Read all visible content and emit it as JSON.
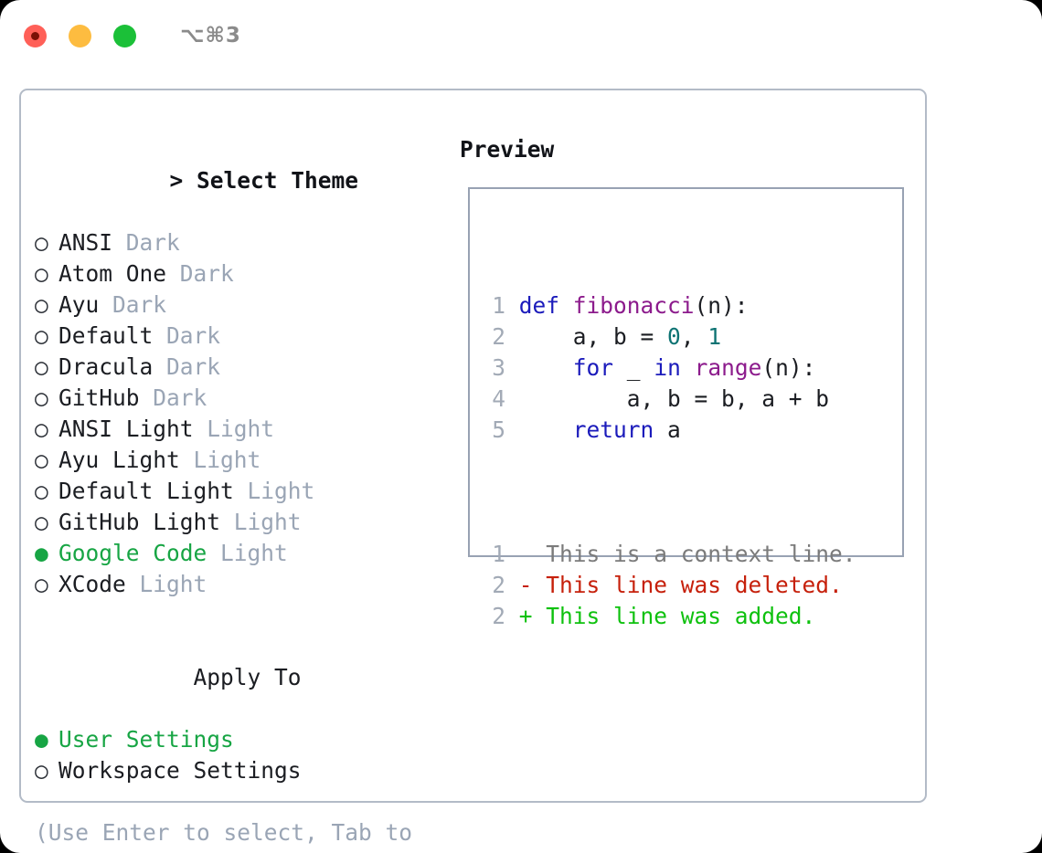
{
  "window": {
    "traffic_lights": [
      "close-red",
      "minimize-yellow",
      "zoom-green"
    ],
    "shortcut_label": "⌥⌘3"
  },
  "theme_list": {
    "header_caret": ">",
    "header_label": "Select Theme",
    "items": [
      {
        "bullet": "○",
        "name": "ANSI",
        "kind": "Dark",
        "selected": false
      },
      {
        "bullet": "○",
        "name": "Atom One",
        "kind": "Dark",
        "selected": false
      },
      {
        "bullet": "○",
        "name": "Ayu",
        "kind": "Dark",
        "selected": false
      },
      {
        "bullet": "○",
        "name": "Default",
        "kind": "Dark",
        "selected": false
      },
      {
        "bullet": "○",
        "name": "Dracula",
        "kind": "Dark",
        "selected": false
      },
      {
        "bullet": "○",
        "name": "GitHub",
        "kind": "Dark",
        "selected": false
      },
      {
        "bullet": "○",
        "name": "ANSI Light",
        "kind": "Light",
        "selected": false
      },
      {
        "bullet": "○",
        "name": "Ayu Light",
        "kind": "Light",
        "selected": false
      },
      {
        "bullet": "○",
        "name": "Default Light",
        "kind": "Light",
        "selected": false
      },
      {
        "bullet": "○",
        "name": "GitHub Light",
        "kind": "Light",
        "selected": false
      },
      {
        "bullet": "●",
        "name": "Google Code",
        "kind": "Light",
        "selected": true
      },
      {
        "bullet": "○",
        "name": "XCode",
        "kind": "Light",
        "selected": false
      }
    ]
  },
  "apply_to": {
    "header_label": "Apply To",
    "items": [
      {
        "bullet": "●",
        "name": "User Settings",
        "selected": true
      },
      {
        "bullet": "○",
        "name": "Workspace Settings",
        "selected": false
      }
    ]
  },
  "hint": {
    "text": "(Use Enter to select, Tab to change focus)"
  },
  "preview": {
    "title": "Preview",
    "code_lines": [
      {
        "no": "1",
        "tokens": [
          {
            "t": "def ",
            "c": "kw"
          },
          {
            "t": "fibonacci",
            "c": "fn"
          },
          {
            "t": "(n):",
            "c": "pl"
          }
        ]
      },
      {
        "no": "2",
        "tokens": [
          {
            "t": "    a, b = ",
            "c": "pl"
          },
          {
            "t": "0",
            "c": "num"
          },
          {
            "t": ", ",
            "c": "pl"
          },
          {
            "t": "1",
            "c": "num"
          }
        ]
      },
      {
        "no": "3",
        "tokens": [
          {
            "t": "    ",
            "c": "pl"
          },
          {
            "t": "for ",
            "c": "kw"
          },
          {
            "t": "_ ",
            "c": "pl"
          },
          {
            "t": "in ",
            "c": "kw"
          },
          {
            "t": "range",
            "c": "fn"
          },
          {
            "t": "(n):",
            "c": "pl"
          }
        ]
      },
      {
        "no": "4",
        "tokens": [
          {
            "t": "        a, b = b, a + b",
            "c": "pl"
          }
        ]
      },
      {
        "no": "5",
        "tokens": [
          {
            "t": "    ",
            "c": "pl"
          },
          {
            "t": "return ",
            "c": "kw"
          },
          {
            "t": "a",
            "c": "pl"
          }
        ]
      }
    ],
    "diff_lines": [
      {
        "no": "1",
        "marker": "  ",
        "text": "This is a context line.",
        "cls": "ctx"
      },
      {
        "no": "2",
        "marker": "- ",
        "text": "This line was deleted.",
        "cls": "del"
      },
      {
        "no": "2",
        "marker": "+ ",
        "text": "This line was added.",
        "cls": "add"
      }
    ]
  },
  "colors": {
    "accent_green": "#17a544",
    "muted": "#9aa5b5",
    "border": "#b3bbc7",
    "preview_border": "#98a2b3",
    "keyword": "#1b1bbb",
    "function": "#8c1b8c",
    "number": "#0e7373",
    "diff_add": "#0ec10e",
    "diff_del": "#c6200b",
    "traffic_red": "#ff6058",
    "traffic_yellow": "#fdbc40",
    "traffic_green": "#1bc038"
  }
}
